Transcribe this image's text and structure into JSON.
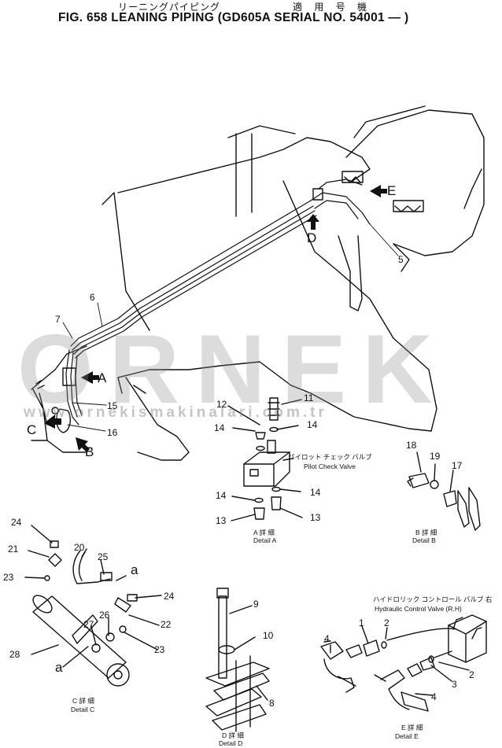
{
  "header": {
    "japanese_title": "リーニングパイピング",
    "japanese_model": "適 用 号 機",
    "figure_title": "FIG. 658  LEANING PIPING (GD605A SERIAL NO. 54001 — )"
  },
  "watermark": {
    "brand": "ORNEK",
    "url": "www.ornekismakinalari.com.tr",
    "color": "#8c8c8c",
    "accent": "#f2c230"
  },
  "callouts": {
    "n1": "1",
    "n2": "2",
    "n3": "3",
    "n4": "4",
    "n5": "5",
    "n6": "6",
    "n7": "7",
    "n8": "8",
    "n9": "9",
    "n10": "10",
    "n11": "11",
    "n12": "12",
    "n13a": "13",
    "n13b": "13",
    "n14a": "14",
    "n14b": "14",
    "n14c": "14",
    "n14d": "14",
    "n15": "15",
    "n16": "16",
    "n17": "17",
    "n18": "18",
    "n19": "19",
    "n20": "20",
    "n21": "21",
    "n22": "22",
    "n23a": "23",
    "n23b": "23",
    "n24a": "24",
    "n24b": "24",
    "n25": "25",
    "n26": "26",
    "n27": "27",
    "n28": "28",
    "n2b": "2"
  },
  "view_markers": {
    "A": "A",
    "B": "B",
    "C": "C",
    "D": "D",
    "E": "E",
    "a1": "a",
    "a2": "a"
  },
  "detail_labels": {
    "pilot_check_jp": "パイロット チェック バルブ",
    "pilot_check_en": "Pilot Check Valve",
    "detail_a_jp": "A 詳 細",
    "detail_a_en": "Detail A",
    "detail_b_jp": "B 詳 細",
    "detail_b_en": "Detail B",
    "detail_c_jp": "C 詳 細",
    "detail_c_en": "Detail C",
    "detail_d_jp": "D 詳 細",
    "detail_d_en": "Detail D",
    "detail_e_jp": "E 詳 細",
    "detail_e_en": "Detail E",
    "hcv_jp": "ハイドロリック コントロール バルブ 右",
    "hcv_en": "Hydraulic Control Valve (R.H)"
  }
}
